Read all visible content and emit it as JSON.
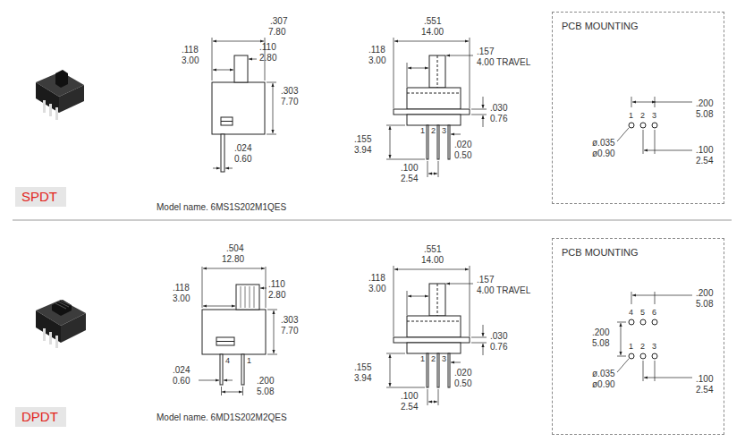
{
  "diagram": {
    "nodes": [
      {
        "text": [
          "SPDT"
        ]
      },
      {
        "text": [
          "PCB MOUNTING"
        ]
      },
      {
        "text": [
          "DPDT"
        ]
      },
      {
        "text": [
          "PCB MOUNTING"
        ]
      }
    ],
    "labels": [
      ".307",
      "7.80",
      ".118",
      "3.00",
      ".110",
      "2.80",
      ".303",
      "7.70",
      ".024",
      "0.60",
      ".551",
      "14.00",
      ".118",
      "3.00",
      ".157",
      "4.00 TRAVEL",
      ".030",
      "0.76",
      "1",
      "2",
      "3",
      ".155",
      "3.94",
      ".020",
      "0.50",
      ".100",
      "2.54",
      ".200",
      "5.08",
      "1",
      "2",
      "3",
      "ø.035",
      "ø0.90",
      ".100",
      "2.54",
      "Model name. 6MS1S202M1QES",
      ".504",
      "12.80",
      ".118",
      "3.00",
      ".110",
      "2.80",
      ".303",
      "7.70",
      "4",
      "1",
      ".024",
      "0.60",
      ".200",
      "5.08",
      ".551",
      "14.00",
      ".118",
      "3.00",
      ".157",
      "4.00 TRAVEL",
      ".030",
      "0.76",
      "1",
      "2",
      "3",
      ".155",
      "3.94",
      ".020",
      "0.50",
      ".100",
      "2.54",
      ".200",
      "5.08",
      "4",
      "5",
      "6",
      ".200",
      "5.08",
      "1",
      "2",
      "3",
      "ø.035",
      "ø0.90",
      ".100",
      "2.54",
      "Model name. 6MD1S202M2QES"
    ]
  }
}
